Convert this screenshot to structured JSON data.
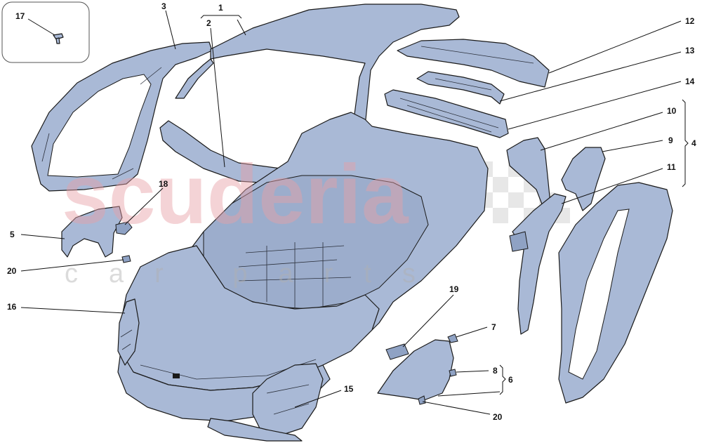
{
  "watermark": {
    "main": "scuderia",
    "sub": "car parts"
  },
  "callouts": [
    {
      "id": "c1",
      "label": "1"
    },
    {
      "id": "c2",
      "label": "2"
    },
    {
      "id": "c3",
      "label": "3"
    },
    {
      "id": "c4",
      "label": "4"
    },
    {
      "id": "c5",
      "label": "5"
    },
    {
      "id": "c6",
      "label": "6"
    },
    {
      "id": "c7",
      "label": "7"
    },
    {
      "id": "c8",
      "label": "8"
    },
    {
      "id": "c9",
      "label": "9"
    },
    {
      "id": "c10",
      "label": "10"
    },
    {
      "id": "c11",
      "label": "11"
    },
    {
      "id": "c12",
      "label": "12"
    },
    {
      "id": "c13",
      "label": "13"
    },
    {
      "id": "c14",
      "label": "14"
    },
    {
      "id": "c15",
      "label": "15"
    },
    {
      "id": "c16",
      "label": "16"
    },
    {
      "id": "c17",
      "label": "17"
    },
    {
      "id": "c18",
      "label": "18"
    },
    {
      "id": "c19",
      "label": "19"
    },
    {
      "id": "c20a",
      "label": "20"
    },
    {
      "id": "c20b",
      "label": "20"
    }
  ],
  "colors": {
    "part_fill": "#a9b9d6",
    "outline": "#1a1a1a",
    "watermark": "#e8a0a6"
  }
}
